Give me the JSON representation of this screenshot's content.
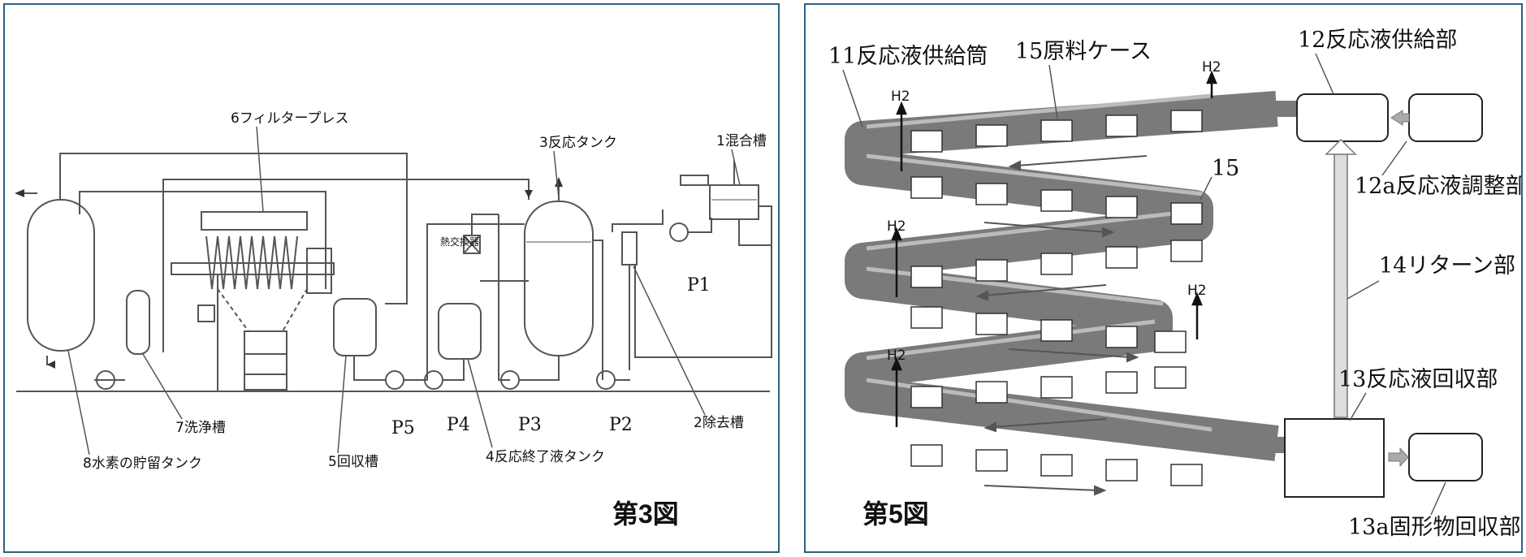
{
  "figure3": {
    "caption": "第3図",
    "labels": {
      "mixing_tank": "1混合槽",
      "removal_tank": "2除去槽",
      "reaction_tank": "3反応タンク",
      "finished_tank": "4反応終了液タンク",
      "recovery_tank": "5回収槽",
      "filter_press": "6フィルタープレス",
      "washing_tank": "7洗浄槽",
      "hydrogen_tank": "8水素の貯留タンク",
      "heat_exchanger": "熱交換器"
    },
    "pumps": [
      "P1",
      "P2",
      "P3",
      "P4",
      "P5"
    ]
  },
  "figure5": {
    "caption": "第5図",
    "labels": {
      "supply_tube": "11反応液供給筒",
      "supply_unit": "12反応液供給部",
      "adjust_unit": "12a反応液調整部",
      "recovery_unit": "13反応液回収部",
      "solid_recovery": "13a固形物回収部",
      "return_unit": "14リターン部",
      "material_case": "15原料ケース",
      "case_15": "15"
    },
    "h2_label": "H2"
  }
}
